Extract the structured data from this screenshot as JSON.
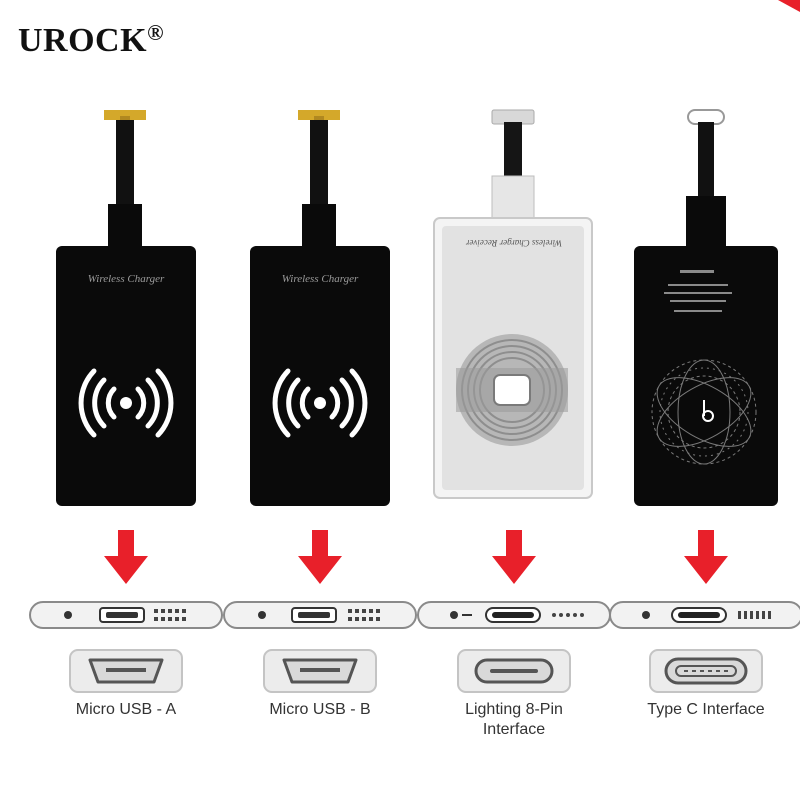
{
  "brand": {
    "name": "UROCK",
    "registered": "®"
  },
  "colors": {
    "arrow": "#e8202a",
    "card_dark": "#0a0a0a",
    "card_light": "#f4f4f4",
    "tab_gold": "#d4a82a"
  },
  "products": [
    {
      "card_text": "Wireless Charger",
      "caption_line1": "Micro USB - A",
      "caption_line2": "",
      "icon": "wireless-waves-icon"
    },
    {
      "card_text": "Wireless Charger",
      "caption_line1": "Micro USB - B",
      "caption_line2": "",
      "icon": "wireless-waves-icon"
    },
    {
      "card_text": "Wireless Charger Receiver",
      "caption_line1": "Lighting 8-Pin",
      "caption_line2": "Interface",
      "icon": "induction-coil-icon"
    },
    {
      "card_text": "",
      "caption_line1": "Type C Interface",
      "caption_line2": "",
      "icon": "charging-ring-icon"
    }
  ]
}
